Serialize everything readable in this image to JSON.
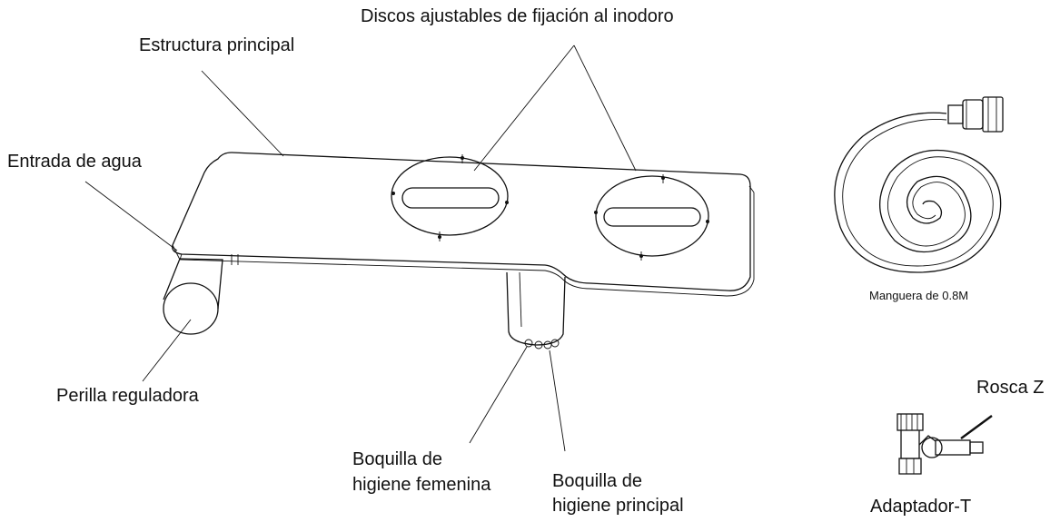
{
  "labels": {
    "discos": "Discos ajustables de fijación al inodoro",
    "estructura": "Estructura  principal",
    "entrada": "Entrada de agua",
    "perilla": "Perilla reguladora",
    "boquilla_femenina_1": "Boquilla de",
    "boquilla_femenina_2": "higiene femenina",
    "boquilla_principal_1": "Boquilla de",
    "boquilla_principal_2": "higiene principal",
    "manguera": "Manguera de 0.8M",
    "rosca": "Rosca Z",
    "adaptador": "Adaptador-T"
  },
  "colors": {
    "line": "#111111",
    "background": "#ffffff"
  }
}
